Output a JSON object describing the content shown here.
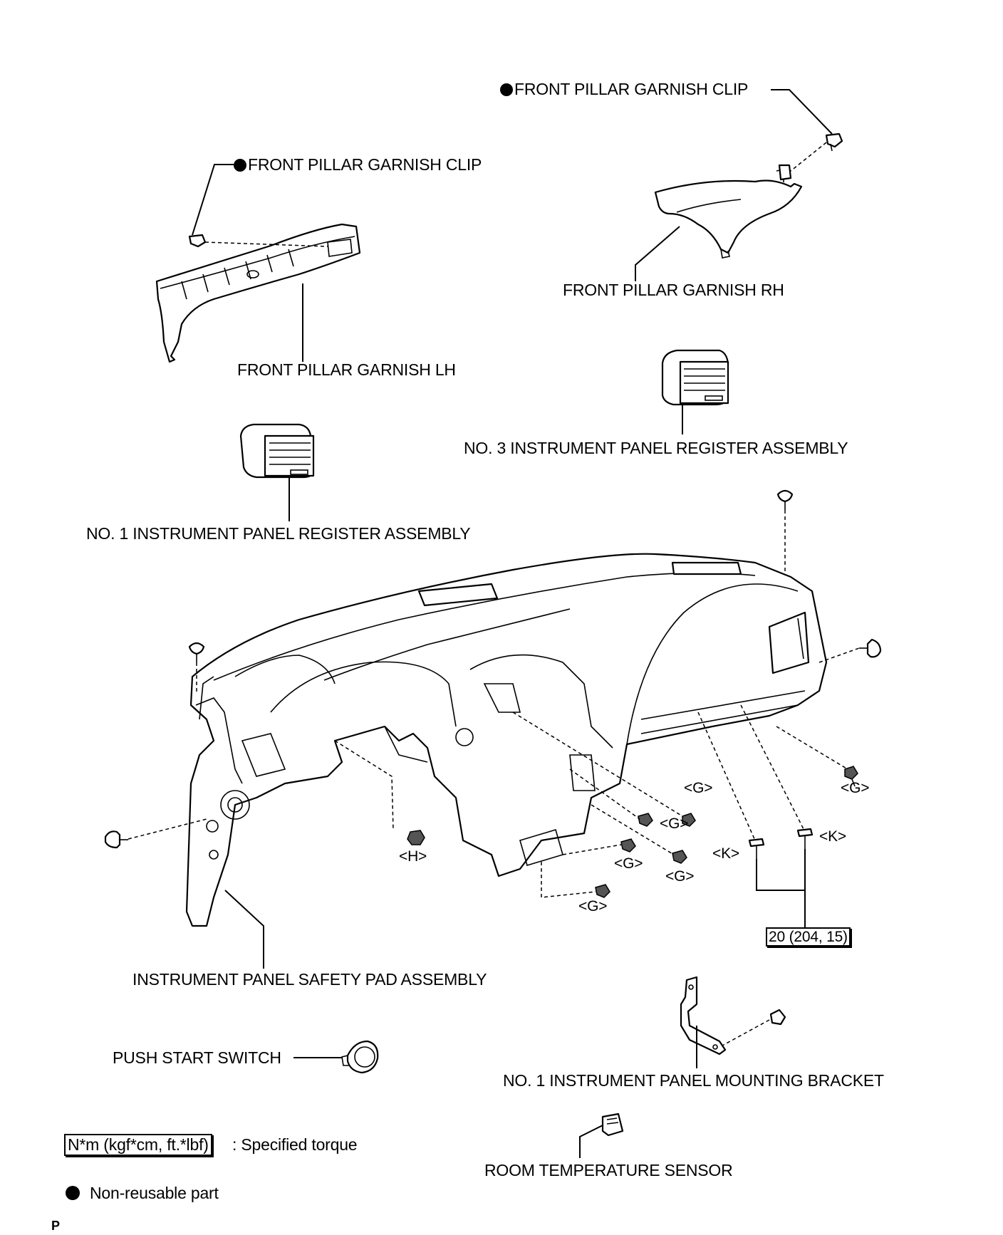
{
  "labels": {
    "clip_rh": "FRONT PILLAR GARNISH CLIP",
    "clip_lh": "FRONT PILLAR GARNISH CLIP",
    "garnish_rh": "FRONT PILLAR GARNISH RH",
    "garnish_lh": "FRONT PILLAR GARNISH LH",
    "register_no3": "NO. 3 INSTRUMENT PANEL REGISTER ASSEMBLY",
    "register_no1": "NO. 1 INSTRUMENT PANEL REGISTER ASSEMBLY",
    "safety_pad": "INSTRUMENT PANEL SAFETY PAD ASSEMBLY",
    "push_start": "PUSH START SWITCH",
    "mounting_bracket": "NO. 1 INSTRUMENT PANEL MOUNTING BRACKET",
    "room_temp_sensor": "ROOM TEMPERATURE SENSOR"
  },
  "fasteners": {
    "g": "<G>",
    "h": "<H>",
    "k": "<K>"
  },
  "torque": {
    "value": "20 (204, 15)"
  },
  "legend": {
    "torque_unit": "N*m (kgf*cm, ft.*lbf)",
    "torque_desc": ": Specified torque",
    "nonreusable_desc": "Non-reusable part"
  },
  "footer": {
    "page_mark": "P"
  }
}
